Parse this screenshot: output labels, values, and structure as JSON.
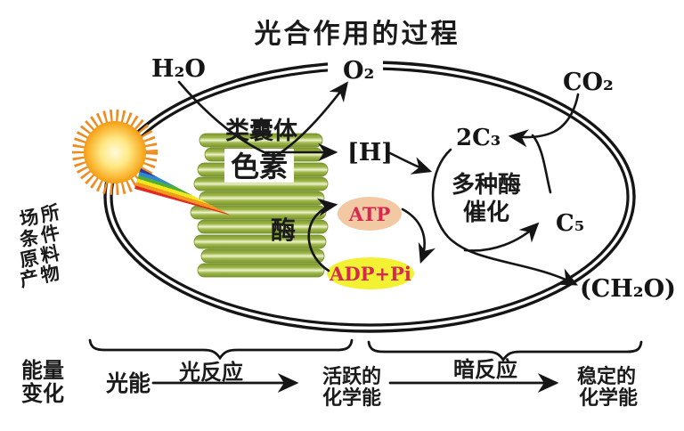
{
  "title": "光合作用的过程",
  "labels": {
    "h2o": "H₂O",
    "o2": "O₂",
    "co2": "CO₂",
    "thylakoid": "类囊体",
    "pigment": "色素",
    "enzyme": "酶",
    "hydrogen": "[H]",
    "c3": "2C₃",
    "c5": "C₅",
    "ch2o": "(CH₂O)",
    "multi_enzyme_line1": "多种酶",
    "multi_enzyme_line2": "催化",
    "atp": "ATP",
    "adp_pi": "ADP+Pi"
  },
  "side_labels": {
    "place": "场所",
    "condition": "条件",
    "raw_material": "原料",
    "product": "产物"
  },
  "energy_section": {
    "label_line1": "能量",
    "label_line2": "变化",
    "light_energy": "光能",
    "light_reaction": "光反应",
    "active_energy_line1": "活跃的",
    "active_energy_line2": "化学能",
    "dark_reaction": "暗反应",
    "stable_energy_line1": "稳定的",
    "stable_energy_line2": "化学能"
  },
  "colors": {
    "thylakoid_green": "#7C982C",
    "thylakoid_highlight": "#E7EFC0",
    "sun_ray_orange": "#EF8A1D",
    "sun_core_yellow": "#FFF9D0",
    "atp_fill": "#F3C9A3",
    "adp_fill": "#F2F233",
    "formula_red": "#D5294F",
    "line_black": "#151515"
  }
}
